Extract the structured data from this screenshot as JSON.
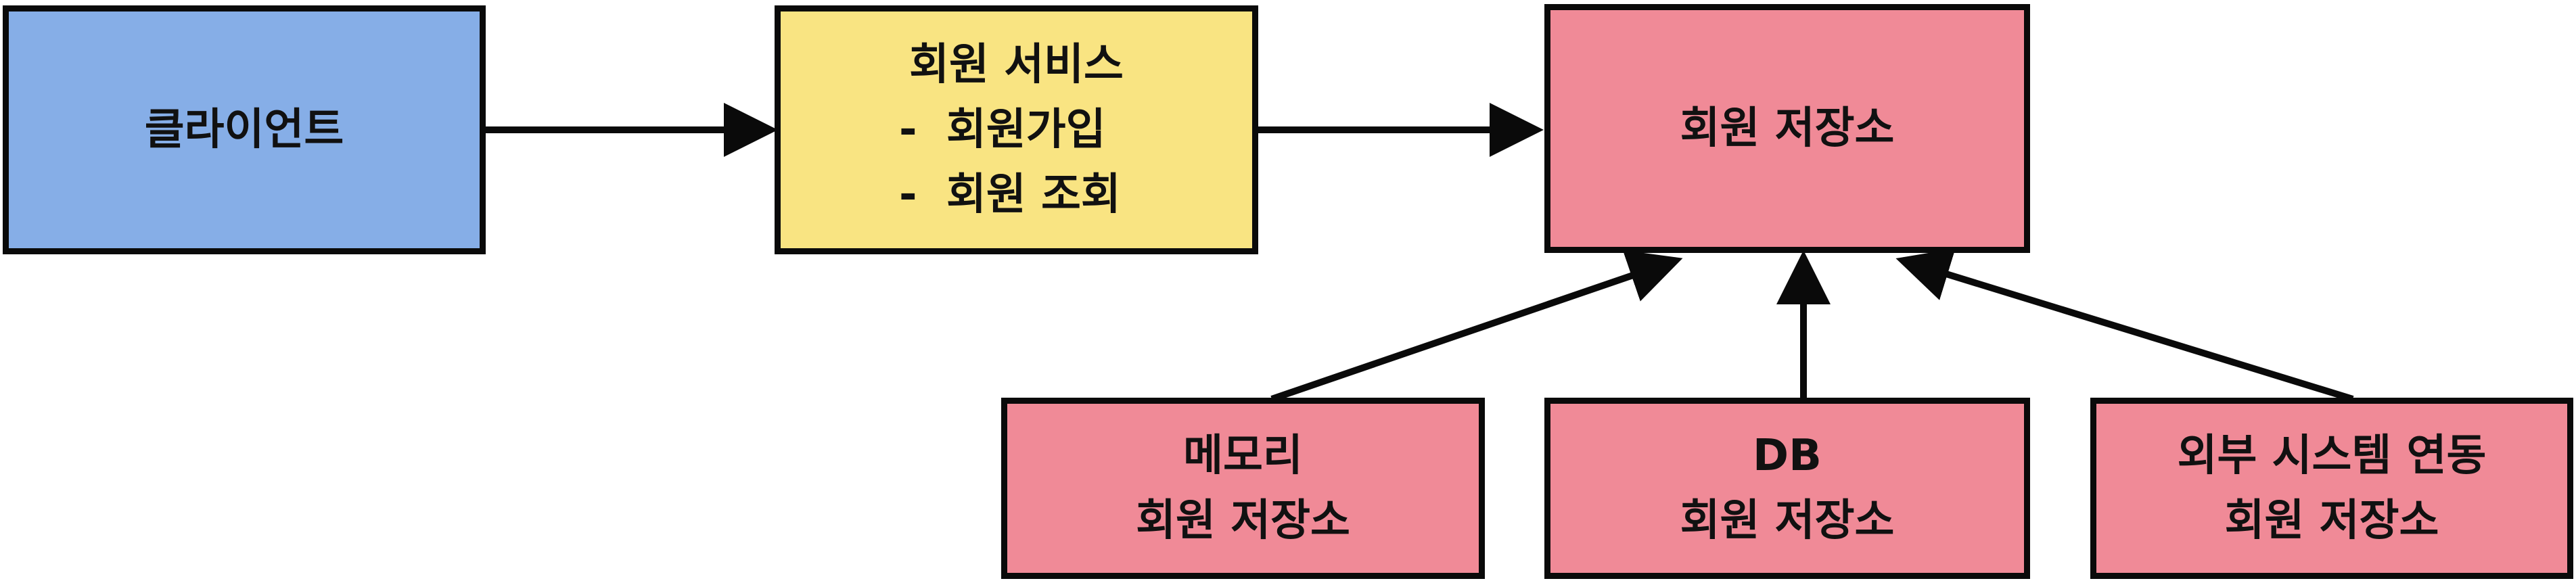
{
  "diagram": {
    "client": {
      "label": "클라이언트"
    },
    "member_service": {
      "title": "회원 서비스",
      "bullet": "-",
      "items": [
        "회원가입",
        "회원 조회"
      ]
    },
    "member_repository": {
      "label": "회원 저장소"
    },
    "implementations": [
      {
        "line1": "메모리",
        "line2": "회원 저장소"
      },
      {
        "line1": "DB",
        "line2": "회원 저장소"
      },
      {
        "line1": "외부 시스템 연동",
        "line2": "회원 저장소"
      }
    ],
    "colors": {
      "client_fill": "#86aee7",
      "service_fill": "#f9e482",
      "repository_fill": "#f08a97",
      "stroke": "#0a0a0a"
    }
  }
}
